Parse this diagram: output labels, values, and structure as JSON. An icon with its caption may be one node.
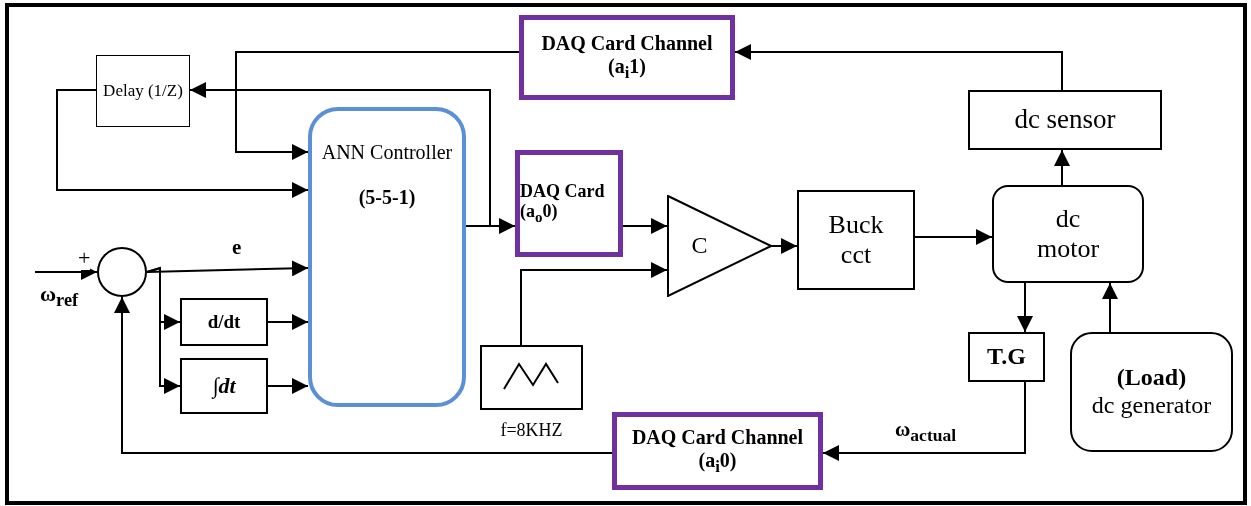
{
  "diagram": {
    "nodes": [
      {
        "text": [
          "DAQ Card Channel (a$_{i}$1)"
        ]
      },
      {
        "text": [
          "Delay (1/Z)"
        ]
      },
      {
        "text": [
          "dc sensor"
        ]
      },
      {
        "text": [
          "ANN Controller",
          "(5-5-1)"
        ]
      },
      {
        "text": [
          "DAQ Card (a$_{o}$0)"
        ]
      },
      {
        "text": [
          "C"
        ]
      },
      {
        "text": [
          "Buck cct"
        ]
      },
      {
        "text": [
          "dc motor"
        ]
      },
      {
        "text": [],
        "shape": "circle"
      },
      {
        "text": [
          "d/dt"
        ]
      },
      {
        "text": [
          "∫dt"
        ]
      },
      {
        "text": [],
        "shape": "box",
        "beside": [
          "f=8KHZ"
        ]
      },
      {
        "text": [
          "T.G"
        ]
      },
      {
        "text": [
          "(Load)",
          "dc generator"
        ]
      },
      {
        "text": [
          "DAQ Card Channel (a$_{i}$0)"
        ]
      }
    ],
    "edges": [
      {
        "from": 2,
        "to": 0,
        "arrow": "to"
      },
      {
        "from": 0,
        "to": 3,
        "arrow": "to"
      },
      {
        "from": 3,
        "to": 4,
        "arrow": "to"
      },
      {
        "from": 3,
        "to": 1,
        "arrow": "to"
      },
      {
        "from": 1,
        "to": 3,
        "arrow": "to"
      },
      {
        "from": 8,
        "to": 3,
        "arrow": "to",
        "label": "e"
      },
      {
        "from": 8,
        "to": 9,
        "arrow": "to"
      },
      {
        "from": 8,
        "to": 10,
        "arrow": "to"
      },
      {
        "from": 9,
        "to": 3,
        "arrow": "to"
      },
      {
        "from": 10,
        "to": 3,
        "arrow": "to"
      },
      {
        "from": 4,
        "to": 5,
        "arrow": "to"
      },
      {
        "from": 11,
        "to": 5,
        "arrow": "to"
      },
      {
        "from": 5,
        "to": 6,
        "arrow": "to"
      },
      {
        "from": 6,
        "to": 7,
        "arrow": "to"
      },
      {
        "from": 7,
        "to": 2,
        "arrow": "to"
      },
      {
        "from": 7,
        "to": 12,
        "arrow": "to"
      },
      {
        "from": 13,
        "to": 7,
        "arrow": "to"
      },
      {
        "from": 12,
        "to": 14,
        "arrow": "to",
        "label": "ω$_{actual}$"
      },
      {
        "from": 14,
        "to": 8,
        "arrow": "to"
      },
      {
        "from": null,
        "to": 8,
        "arrow": "to"
      }
    ],
    "labels": [
      "+",
      "ω$_{ref}$"
    ]
  }
}
